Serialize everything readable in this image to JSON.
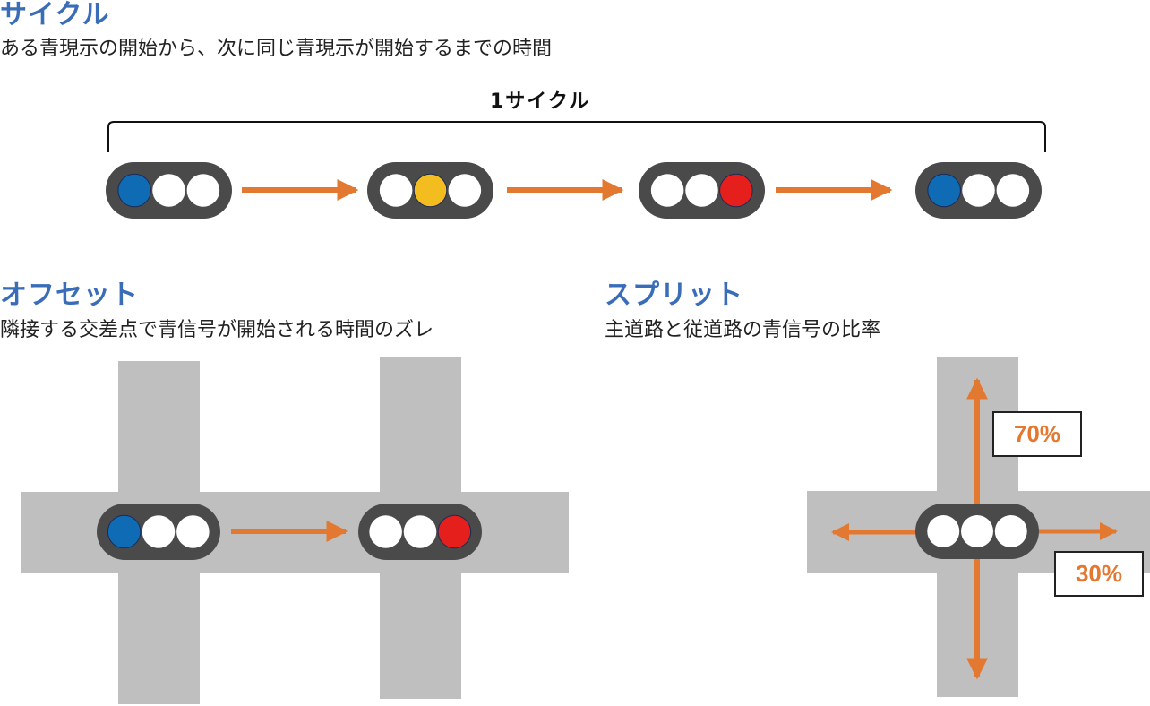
{
  "colors": {
    "heading": "#3a6db8",
    "arrow": "#e37830",
    "signal_body": "#4a4a4a",
    "road": "#bfbfbf",
    "lamp_off": "#ffffff",
    "lamp_blue": "#106bb5",
    "lamp_yellow": "#f4bd1f",
    "lamp_red": "#e5201c"
  },
  "cycle": {
    "title": "サイクル",
    "description": "ある青現示の開始から、次に同じ青現示が開始するまでの時間",
    "bracket_label": "1サイクル",
    "signals": [
      {
        "active": "blue"
      },
      {
        "active": "yellow"
      },
      {
        "active": "red"
      },
      {
        "active": "blue"
      }
    ]
  },
  "offset": {
    "title": "オフセット",
    "description": "隣接する交差点で青信号が開始される時間のズレ",
    "signals": [
      {
        "active": "blue"
      },
      {
        "active": "red"
      }
    ]
  },
  "split": {
    "title": "スプリット",
    "description": "主道路と従道路の青信号の比率",
    "signal": {
      "active": "none"
    },
    "main_road_share": "70%",
    "side_road_share": "30%"
  }
}
